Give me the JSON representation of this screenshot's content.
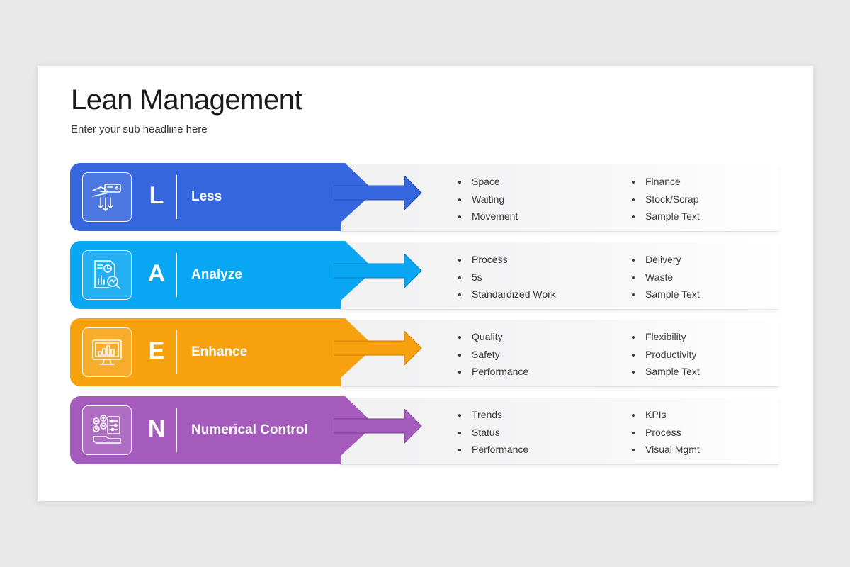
{
  "slide": {
    "title": "Lean Management",
    "subtitle": "Enter your sub headline here"
  },
  "rows": [
    {
      "letter": "L",
      "label": "Less",
      "color": "#3566dd",
      "dark": "#2749ad",
      "icon": "hand-card-downward-arrows-icon",
      "col1": [
        "Space",
        "Waiting",
        "Movement"
      ],
      "col2": [
        "Finance",
        "Stock/Scrap",
        "Sample Text"
      ]
    },
    {
      "letter": "A",
      "label": "Analyze",
      "color": "#08a6f3",
      "dark": "#0780c4",
      "icon": "report-magnifier-icon",
      "col1": [
        "Process",
        "5s",
        "Standardized Work"
      ],
      "col2": [
        "Delivery",
        "Waste",
        "Sample Text"
      ]
    },
    {
      "letter": "E",
      "label": "Enhance",
      "color": "#f8a10e",
      "dark": "#cf7e05",
      "icon": "monitor-bar-chart-icon",
      "col1": [
        "Quality",
        "Safety",
        "Performance"
      ],
      "col2": [
        "Flexibility",
        "Productivity",
        "Sample Text"
      ]
    },
    {
      "letter": "N",
      "label": "Numerical Control",
      "color": "#a45bbb",
      "dark": "#7e3f95",
      "icon": "calculator-abacus-icon",
      "col1": [
        "Trends",
        "Status",
        "Performance"
      ],
      "col2": [
        "KPIs",
        "Process",
        "Visual Mgmt"
      ]
    }
  ]
}
